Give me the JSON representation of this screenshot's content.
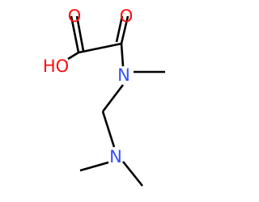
{
  "molecule": {
    "atoms": {
      "hydroxyl": {
        "label": "HO",
        "color": "#ff0d0d"
      },
      "carbonyl_oxygen_acid": {
        "label": "O",
        "color": "#ff0d0d"
      },
      "carbonyl_oxygen_amide": {
        "label": "O",
        "color": "#ff0d0d"
      },
      "amide_nitrogen": {
        "label": "N",
        "color": "#3050f8"
      },
      "amine_nitrogen": {
        "label": "N",
        "color": "#3050f8"
      }
    },
    "bond_color": "#000000"
  }
}
